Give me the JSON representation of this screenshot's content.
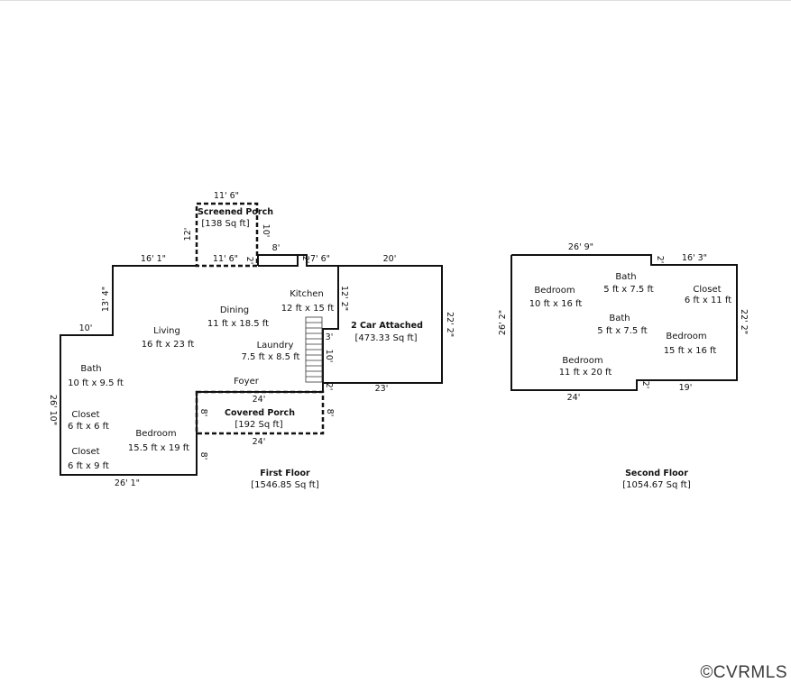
{
  "first_floor": {
    "title": "First Floor",
    "area": "[1546.85 Sq ft]",
    "rooms": {
      "screened_porch": {
        "name": "Screened Porch",
        "area": "[138 Sq ft]"
      },
      "dining": {
        "name": "Dining",
        "size": "11 ft x 18.5 ft"
      },
      "kitchen": {
        "name": "Kitchen",
        "size": "12 ft x 15 ft"
      },
      "living": {
        "name": "Living",
        "size": "16 ft x 23 ft"
      },
      "laundry": {
        "name": "Laundry",
        "size": "7.5 ft x 8.5 ft"
      },
      "garage": {
        "name": "2 Car Attached",
        "area": "[473.33 Sq ft]"
      },
      "bath": {
        "name": "Bath",
        "size": "10 ft x 9.5 ft"
      },
      "foyer": {
        "name": "Foyer"
      },
      "covered_porch": {
        "name": "Covered Porch",
        "area": "[192 Sq ft]"
      },
      "closet1": {
        "name": "Closet",
        "size": "6 ft x 6 ft"
      },
      "bedroom": {
        "name": "Bedroom",
        "size": "15.5 ft x 19 ft"
      },
      "closet2": {
        "name": "Closet",
        "size": "6 ft x 9 ft"
      }
    },
    "dims": {
      "sp_top": "11' 6\"",
      "sp_left": "12'",
      "sp_right": "10'",
      "sp_bottom": "11' 6\"",
      "sp_small": "2'",
      "top_left": "16' 1\"",
      "step_8": "8'",
      "step_2": "2'",
      "step_76": "7' 6\"",
      "garage_top": "20'",
      "left_upper": "13' 4\"",
      "ledge_10": "10'",
      "kitchen_side": "12' 2\"",
      "garage_right": "22' 2\"",
      "stair_3": "3'",
      "stair_10": "10'",
      "stair_2": "2'",
      "garage_bottom": "23'",
      "cp_top": "24'",
      "cp_left": "8'",
      "cp_right": "8'",
      "cp_bottom": "24'",
      "left_total": "26' 10\"",
      "bottom_8": "8'",
      "bottom_total": "26' 1\""
    }
  },
  "second_floor": {
    "title": "Second Floor",
    "area": "[1054.67 Sq ft]",
    "rooms": {
      "bedroom1": {
        "name": "Bedroom",
        "size": "10 ft x 16 ft"
      },
      "bath1": {
        "name": "Bath",
        "size": "5 ft x 7.5 ft"
      },
      "closet": {
        "name": "Closet",
        "size": "6 ft x 11 ft"
      },
      "bath2": {
        "name": "Bath",
        "size": "5 ft x 7.5 ft"
      },
      "bedroom2": {
        "name": "Bedroom",
        "size": "15 ft x 16 ft"
      },
      "bedroom3": {
        "name": "Bedroom",
        "size": "11 ft x 20 ft"
      }
    },
    "dims": {
      "top_left": "26' 9\"",
      "step_2_top": "2'",
      "top_right": "16' 3\"",
      "left": "26' 2\"",
      "right": "22' 2\"",
      "bottom_left": "24'",
      "step_2_bottom": "2'",
      "bottom_right": "19'"
    }
  },
  "watermark": "©CVRMLS"
}
